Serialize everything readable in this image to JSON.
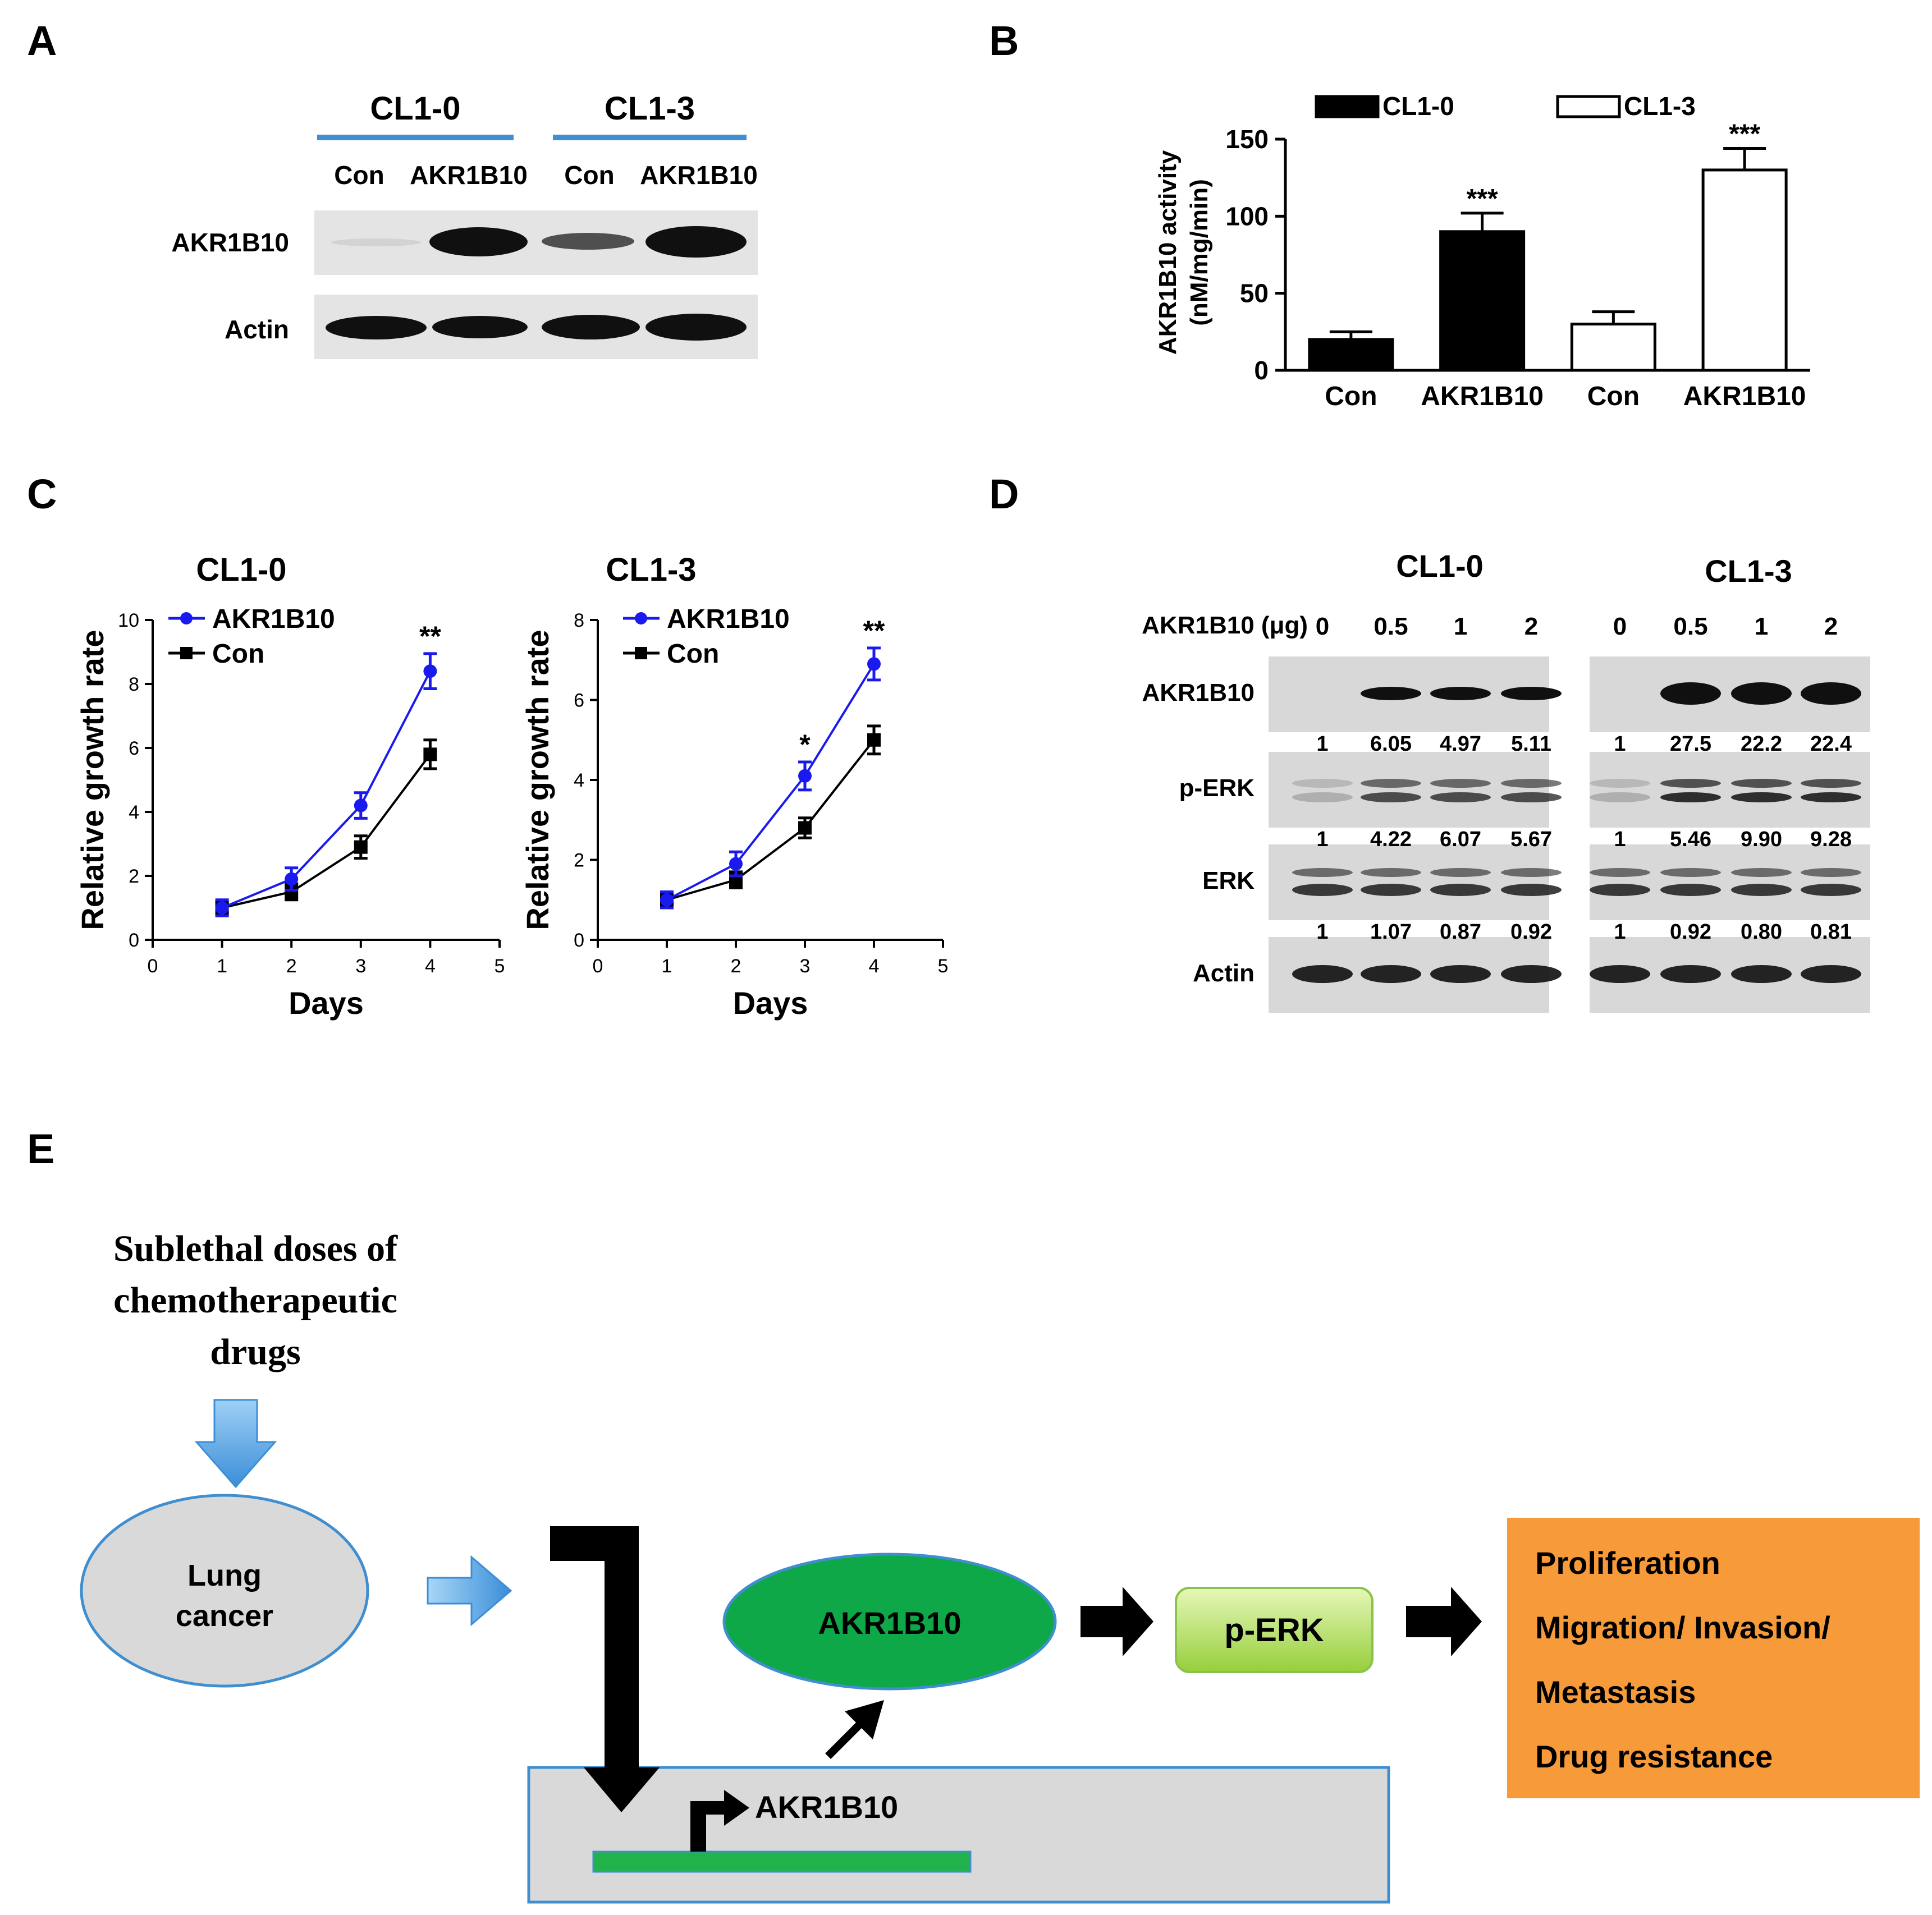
{
  "panels": {
    "a": "A",
    "b": "B",
    "c": "C",
    "d": "D",
    "e": "E"
  },
  "panel_a": {
    "groups": [
      "CL1-0",
      "CL1-3"
    ],
    "lanes": [
      "Con",
      "AKR1B10",
      "Con",
      "AKR1B10"
    ],
    "rows": [
      "AKR1B10",
      "Actin"
    ],
    "band_intensity": {
      "AKR1B10": [
        0.05,
        0.95,
        0.4,
        1.0
      ],
      "Actin": [
        1,
        0.95,
        1,
        1
      ]
    }
  },
  "panel_d": {
    "groups": [
      "CL1-0",
      "CL1-3"
    ],
    "dose_label": "AKR1B10 (μg)",
    "doses": [
      "0",
      "0.5",
      "1",
      "2"
    ],
    "rows": [
      "AKR1B10",
      "p-ERK",
      "ERK",
      "Actin"
    ],
    "quant": {
      "AKR1B10": {
        "CL1-0": [
          "1",
          "6.05",
          "4.97",
          "5.11"
        ],
        "CL1-3": [
          "1",
          "27.5",
          "22.2",
          "22.4"
        ]
      },
      "p-ERK": {
        "CL1-0": [
          "1",
          "4.22",
          "6.07",
          "5.67"
        ],
        "CL1-3": [
          "1",
          "5.46",
          "9.90",
          "9.28"
        ]
      },
      "ERK": {
        "CL1-0": [
          "1",
          "1.07",
          "0.87",
          "0.92"
        ],
        "CL1-3": [
          "1",
          "0.92",
          "0.80",
          "0.81"
        ]
      }
    }
  },
  "chart_data": [
    {
      "id": "B",
      "type": "bar",
      "ylabel_line1": "AKR1B10 activity",
      "ylabel_line2": "(nM/mg/min)",
      "categories": [
        "Con",
        "AKR1B10",
        "Con",
        "AKR1B10"
      ],
      "values": [
        20,
        90,
        30,
        130
      ],
      "errors": [
        5,
        12,
        8,
        14
      ],
      "fills": [
        "#000000",
        "#000000",
        "#ffffff",
        "#ffffff"
      ],
      "legend": [
        {
          "name": "CL1-0",
          "fill": "#000000"
        },
        {
          "name": "CL1-3",
          "fill": "#ffffff"
        }
      ],
      "significance": [
        "",
        "***",
        "",
        "***"
      ],
      "ylim": [
        0,
        150
      ],
      "yticks": [
        "0",
        "50",
        "100",
        "150"
      ]
    },
    {
      "id": "C1",
      "type": "line",
      "title": "CL1-0",
      "xlabel": "Days",
      "ylabel": "Relative growth rate",
      "xlim": [
        0,
        5
      ],
      "ylim": [
        0,
        10
      ],
      "xticks": [
        "0",
        "1",
        "2",
        "3",
        "4",
        "5"
      ],
      "yticks": [
        "0",
        "2",
        "4",
        "6",
        "8",
        "10"
      ],
      "x": [
        1,
        2,
        3,
        4
      ],
      "series": [
        {
          "name": "AKR1B10",
          "color": "#1a1aee",
          "marker": "circle",
          "values": [
            1.0,
            1.9,
            4.2,
            8.4
          ],
          "errors": [
            0.25,
            0.35,
            0.4,
            0.55
          ]
        },
        {
          "name": "Con",
          "color": "#000000",
          "marker": "square",
          "values": [
            1.0,
            1.5,
            2.9,
            5.8
          ],
          "errors": [
            0.2,
            0.25,
            0.35,
            0.45
          ]
        }
      ],
      "annotations": [
        {
          "x": 4,
          "text": "**"
        }
      ]
    },
    {
      "id": "C2",
      "type": "line",
      "title": "CL1-3",
      "xlabel": "Days",
      "ylabel": "Relative growth rate",
      "xlim": [
        0,
        5
      ],
      "ylim": [
        0,
        8
      ],
      "xticks": [
        "0",
        "1",
        "2",
        "3",
        "4",
        "5"
      ],
      "yticks": [
        "0",
        "2",
        "4",
        "6",
        "8"
      ],
      "x": [
        1,
        2,
        3,
        4
      ],
      "series": [
        {
          "name": "AKR1B10",
          "color": "#1a1aee",
          "marker": "circle",
          "values": [
            1.0,
            1.9,
            4.1,
            6.9
          ],
          "errors": [
            0.2,
            0.3,
            0.35,
            0.4
          ]
        },
        {
          "name": "Con",
          "color": "#000000",
          "marker": "square",
          "values": [
            1.0,
            1.5,
            2.8,
            5.0
          ],
          "errors": [
            0.15,
            0.2,
            0.25,
            0.35
          ]
        }
      ],
      "annotations": [
        {
          "x": 3,
          "text": "*"
        },
        {
          "x": 4,
          "text": "**"
        }
      ]
    }
  ],
  "panel_e": {
    "drug_text": [
      "Sublethal doses of",
      "chemotherapeutic",
      "drugs"
    ],
    "lung": [
      "Lung",
      "cancer"
    ],
    "protein": "AKR1B10",
    "gene": "AKR1B10",
    "perk": "p-ERK",
    "outcomes": [
      "Proliferation",
      "Migration/ Invasion/",
      "Metastasis",
      "Drug resistance"
    ]
  }
}
